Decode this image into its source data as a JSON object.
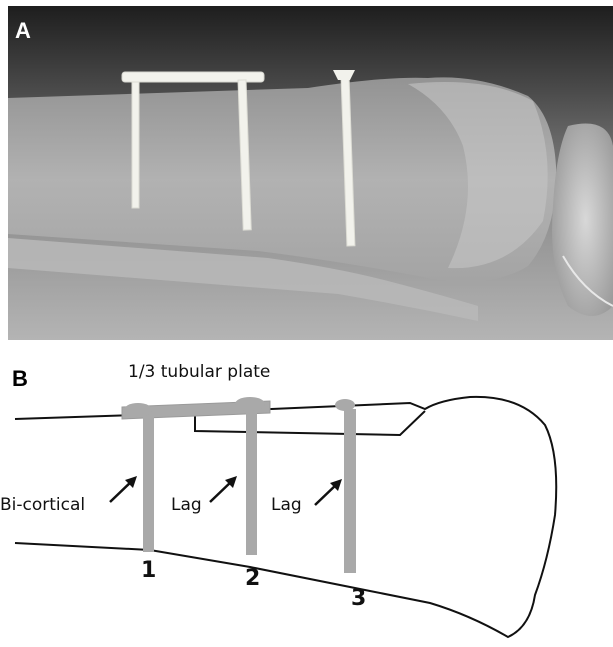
{
  "panels": {
    "a_label": "A",
    "b_label": "B"
  },
  "diagram": {
    "plate_label": "1/3 tubular plate",
    "screw_types": [
      "Bi-cortical",
      "Lag",
      "Lag"
    ],
    "screw_numbers": [
      "1",
      "2",
      "3"
    ]
  },
  "colors": {
    "xray_background": "#2b2b2b",
    "bone": "#a8a8a8",
    "implant": "#f2f2ec",
    "schematic_screw": "#a9a9a9",
    "outline": "#111111"
  }
}
